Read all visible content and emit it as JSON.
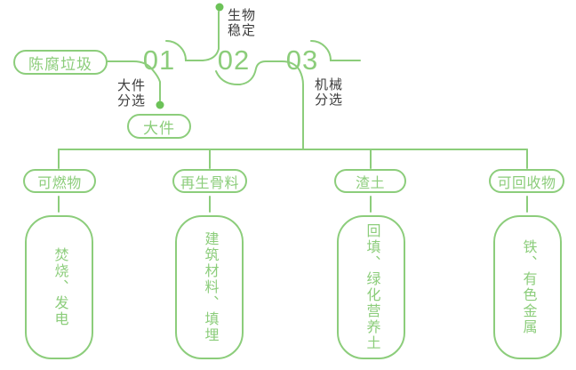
{
  "colors": {
    "green": "#8ccd7b",
    "dot_green": "#6cc258",
    "label_dark": "#3c3c3c",
    "background": "#ffffff"
  },
  "flow": {
    "source_label": "陈腐垃圾",
    "stations": [
      {
        "number": "01",
        "process_label": "大件分选",
        "output_label": "大件"
      },
      {
        "number": "02",
        "process_label": "生物稳定"
      },
      {
        "number": "03",
        "process_label": "机械分选"
      }
    ]
  },
  "branches": [
    {
      "category": "可燃物",
      "result": "焚烧、发电"
    },
    {
      "category": "再生骨料",
      "result": "建筑材料、填埋"
    },
    {
      "category": "渣土",
      "result": "回填、绿化营养土"
    },
    {
      "category": "可回收物",
      "result": "铁、有色金属"
    }
  ]
}
